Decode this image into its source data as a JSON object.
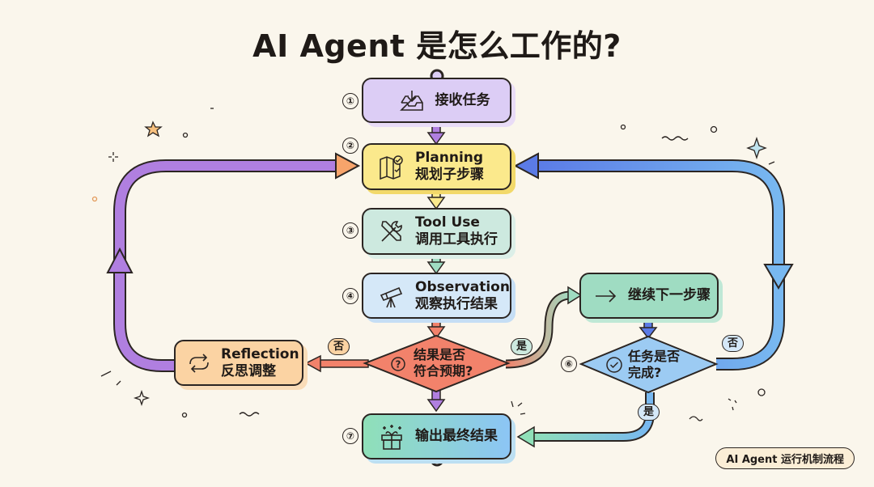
{
  "title": "AI Agent 是怎么工作的?",
  "colors": {
    "background": "#faf6ec",
    "receive": "#dccdf5",
    "planning": "#fbe98c",
    "tool_use": "#cde9df",
    "observation": "#d5e8f8",
    "decision1": "#f2826b",
    "reflection": "#fbd3a3",
    "continue": "#9fdcc2",
    "decision2": "#9ccbf3",
    "output_start": "#8fe0b8",
    "output_end": "#8cc5f5",
    "loop_left": "#b07fe0",
    "loop_right": "#6fa9ee"
  },
  "steps": [
    {
      "num": "①",
      "icon": "inbox-download-icon",
      "en": "",
      "zh": "接收任务"
    },
    {
      "num": "②",
      "icon": "map-checklist-icon",
      "en": "Planning",
      "zh": "规划子步骤"
    },
    {
      "num": "③",
      "icon": "tools-icon",
      "en": "Tool Use",
      "zh": "调用工具执行"
    },
    {
      "num": "④",
      "icon": "telescope-icon",
      "en": "Observation",
      "zh": "观察执行结果"
    },
    {
      "num": "⑦",
      "icon": "gift-icon",
      "en": "",
      "zh": "输出最终结果"
    }
  ],
  "decision1": {
    "icon": "question-icon",
    "line1": "结果是否",
    "line2": "符合预期?"
  },
  "decision2": {
    "num": "⑥",
    "icon": "check-circle-icon",
    "line1": "任务是否",
    "line2": "完成?"
  },
  "reflection": {
    "icon": "loop-arrows-icon",
    "en": "Reflection",
    "zh": "反思调整"
  },
  "continue_step": {
    "icon": "arrow-right-icon",
    "zh": "继续下一步骤"
  },
  "edge_labels": {
    "no1": "否",
    "yes1": "是",
    "no2": "否",
    "yes2": "是"
  },
  "footer": "AI Agent 运行机制流程"
}
